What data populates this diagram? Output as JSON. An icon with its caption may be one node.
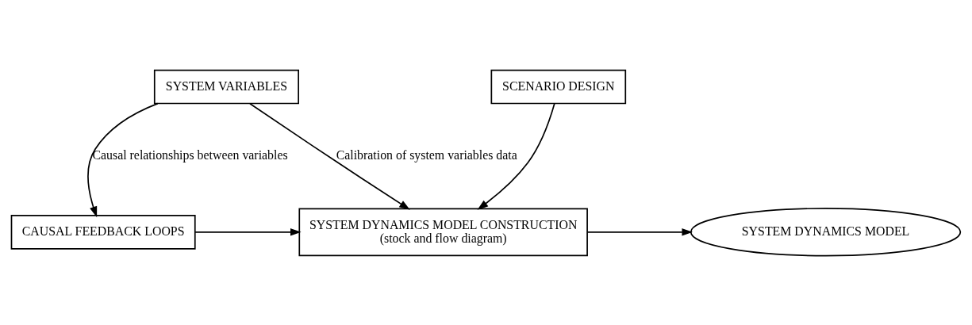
{
  "diagram": {
    "nodes": [
      {
        "text": [
          "SYSTEM VARIABLES"
        ]
      },
      {
        "text": [
          "SCENARIO DESIGN"
        ]
      },
      {
        "text": [
          "CAUSAL FEEDBACK LOOPS"
        ]
      },
      {
        "text": [
          "SYSTEM DYNAMICS MODEL CONSTRUCTION",
          "(stock and flow diagram)"
        ]
      },
      {
        "text": [
          "SYSTEM DYNAMICS MODEL"
        ]
      }
    ],
    "edges": [
      {
        "from": 0,
        "to": 2,
        "arrow": "to",
        "label": "Causal relationships between variables"
      },
      {
        "from": 0,
        "to": 3,
        "arrow": "to",
        "label": "Calibration of system variables data"
      },
      {
        "from": 1,
        "to": 3,
        "arrow": "to"
      },
      {
        "from": 2,
        "to": 3,
        "arrow": "to"
      },
      {
        "from": 3,
        "to": 4,
        "arrow": "to"
      }
    ]
  }
}
